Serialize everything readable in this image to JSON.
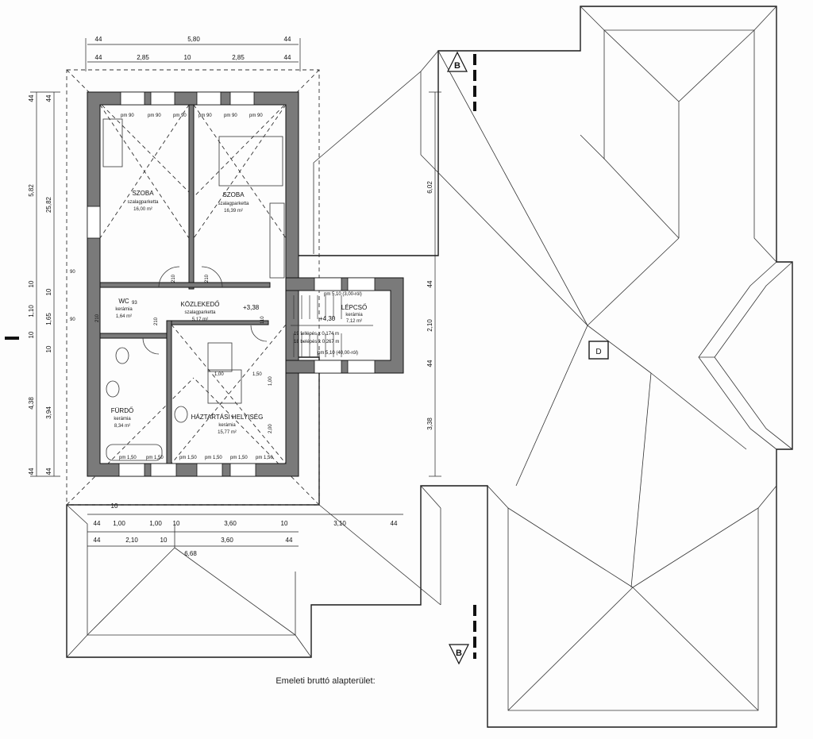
{
  "caption": "Emeleti bruttó alapterület:",
  "section_marks": {
    "top": "B",
    "bottom": "B"
  },
  "skylight": "D",
  "rooms": [
    {
      "name": "SZOBA",
      "floor": "szalagparketta",
      "area": "16,00 m²"
    },
    {
      "name": "SZOBA",
      "floor": "szalagparketta",
      "area": "16,39 m²"
    },
    {
      "name": "WC",
      "floor": "kerámia",
      "area": "1,64 m²"
    },
    {
      "name": "KÖZLEKEDŐ",
      "floor": "szalagparketta",
      "area": "5,17 m²"
    },
    {
      "name": "LÉPCSŐ",
      "floor": "kerámia",
      "area": "7,12 m²"
    },
    {
      "name": "FÜRDŐ",
      "floor": "kerámia",
      "area": "8,34 m²"
    },
    {
      "name": "HÁZTARTÁSI HELYISÉG",
      "floor": "kerámia",
      "area": "15,77 m²"
    }
  ],
  "level_marks": {
    "upper": "+3,38",
    "stair": "+4,30"
  },
  "stair_notes": [
    "19 fellépés x 0,174 m",
    "18 belépés x 0,267 m",
    "pm 5,10 (3,00-ról)",
    "pm 5,10 (40,00-ról)"
  ],
  "window_labels": [
    "pm 90",
    "pm 90",
    "pm 90",
    "pm 90",
    "pm 90",
    "pm 90",
    "pm 1,50",
    "pm 1,50",
    "pm 1,50",
    "pm 1,50",
    "pm 1,50",
    "pm 1,50"
  ],
  "dims_top_row1": [
    "44",
    "5,80",
    "44"
  ],
  "dims_top_row2": [
    "44",
    "2,85",
    "10",
    "2,85",
    "44"
  ],
  "dims_bottom_row1": [
    "10"
  ],
  "dims_bottom_row2": [
    "44",
    "1,00",
    "1,00",
    "10",
    "3,60",
    "10",
    "3,10",
    "44"
  ],
  "dims_bottom_row3": [
    "44",
    "2,10",
    "10",
    "3,60",
    "44"
  ],
  "dims_bottom_total": "6,68",
  "dims_left_outer": [
    "44",
    "5,82",
    "10",
    "1,10",
    "10",
    "4,38",
    "44"
  ],
  "dims_left_inner": [
    "44",
    "25,82",
    "10",
    "1,65",
    "10",
    "3,94",
    "44"
  ],
  "dims_right": [
    "6,02",
    "44",
    "2,10",
    "44",
    "3,38"
  ],
  "dims_misc": [
    "1,00",
    "1,50",
    "1,00",
    "2,00",
    "93",
    "210",
    "210",
    "210",
    "90",
    "90",
    "110",
    "210"
  ]
}
